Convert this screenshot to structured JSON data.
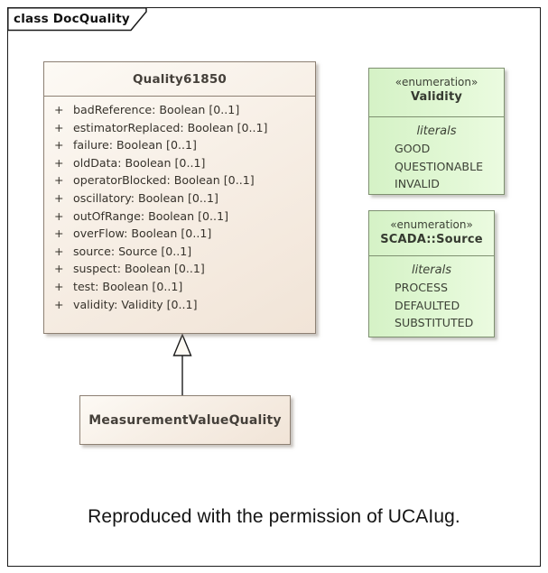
{
  "frame": {
    "title": "class DocQuality"
  },
  "quality61850": {
    "title": "Quality61850",
    "attributes": [
      {
        "vis": "+",
        "text": "badReference: Boolean [0..1]"
      },
      {
        "vis": "+",
        "text": "estimatorReplaced: Boolean [0..1]"
      },
      {
        "vis": "+",
        "text": "failure: Boolean [0..1]"
      },
      {
        "vis": "+",
        "text": "oldData: Boolean [0..1]"
      },
      {
        "vis": "+",
        "text": "operatorBlocked: Boolean [0..1]"
      },
      {
        "vis": "+",
        "text": "oscillatory: Boolean [0..1]"
      },
      {
        "vis": "+",
        "text": "outOfRange: Boolean [0..1]"
      },
      {
        "vis": "+",
        "text": "overFlow: Boolean [0..1]"
      },
      {
        "vis": "+",
        "text": "source: Source [0..1]"
      },
      {
        "vis": "+",
        "text": "suspect: Boolean [0..1]"
      },
      {
        "vis": "+",
        "text": "test: Boolean [0..1]"
      },
      {
        "vis": "+",
        "text": "validity: Validity [0..1]"
      }
    ]
  },
  "validity_enum": {
    "stereotype": "«enumeration»",
    "name": "Validity",
    "section": "literals",
    "literals": [
      "GOOD",
      "QUESTIONABLE",
      "INVALID"
    ]
  },
  "source_enum": {
    "stereotype": "«enumeration»",
    "name": "SCADA::Source",
    "section": "literals",
    "literals": [
      "PROCESS",
      "DEFAULTED",
      "SUBSTITUTED"
    ]
  },
  "subclass": {
    "title": "MeasurementValueQuality"
  },
  "relationship": {
    "type": "generalization",
    "from": "MeasurementValueQuality",
    "to": "Quality61850"
  },
  "caption": "Reproduced with the permission of UCAIug.",
  "colors": {
    "class_fill_light": "#fdfaf5",
    "class_fill_dark": "#f1e4d7",
    "class_border": "#8d8073",
    "enum_fill_light": "#ebfbe0",
    "enum_fill_dark": "#d5f2c6",
    "enum_border": "#7e9070",
    "frame_border": "#1a1a1a"
  }
}
